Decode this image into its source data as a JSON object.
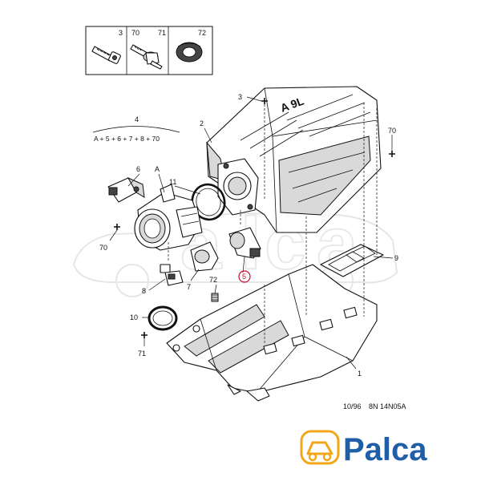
{
  "kit_box": {
    "labels": [
      "3",
      "70",
      "71",
      "72"
    ]
  },
  "formula": {
    "number": "4",
    "text": "A + 5 + 6 + 7 + 8 + 70"
  },
  "callouts": {
    "c1": "1",
    "c2": "2",
    "c3": "3",
    "cA": "A",
    "c5": "5",
    "c6": "6",
    "c7": "7",
    "c8": "8",
    "c9": "9",
    "c10": "10",
    "c11": "11",
    "c70a": "70",
    "c70b": "70",
    "c71": "71",
    "c72": "72"
  },
  "footer": {
    "date": "10/96",
    "ref": "8N 14N05A"
  },
  "brand": {
    "name": "Palca",
    "color": "#1f5fa8",
    "accent": "#f2a71b"
  },
  "highlight_color": "#c8102e"
}
